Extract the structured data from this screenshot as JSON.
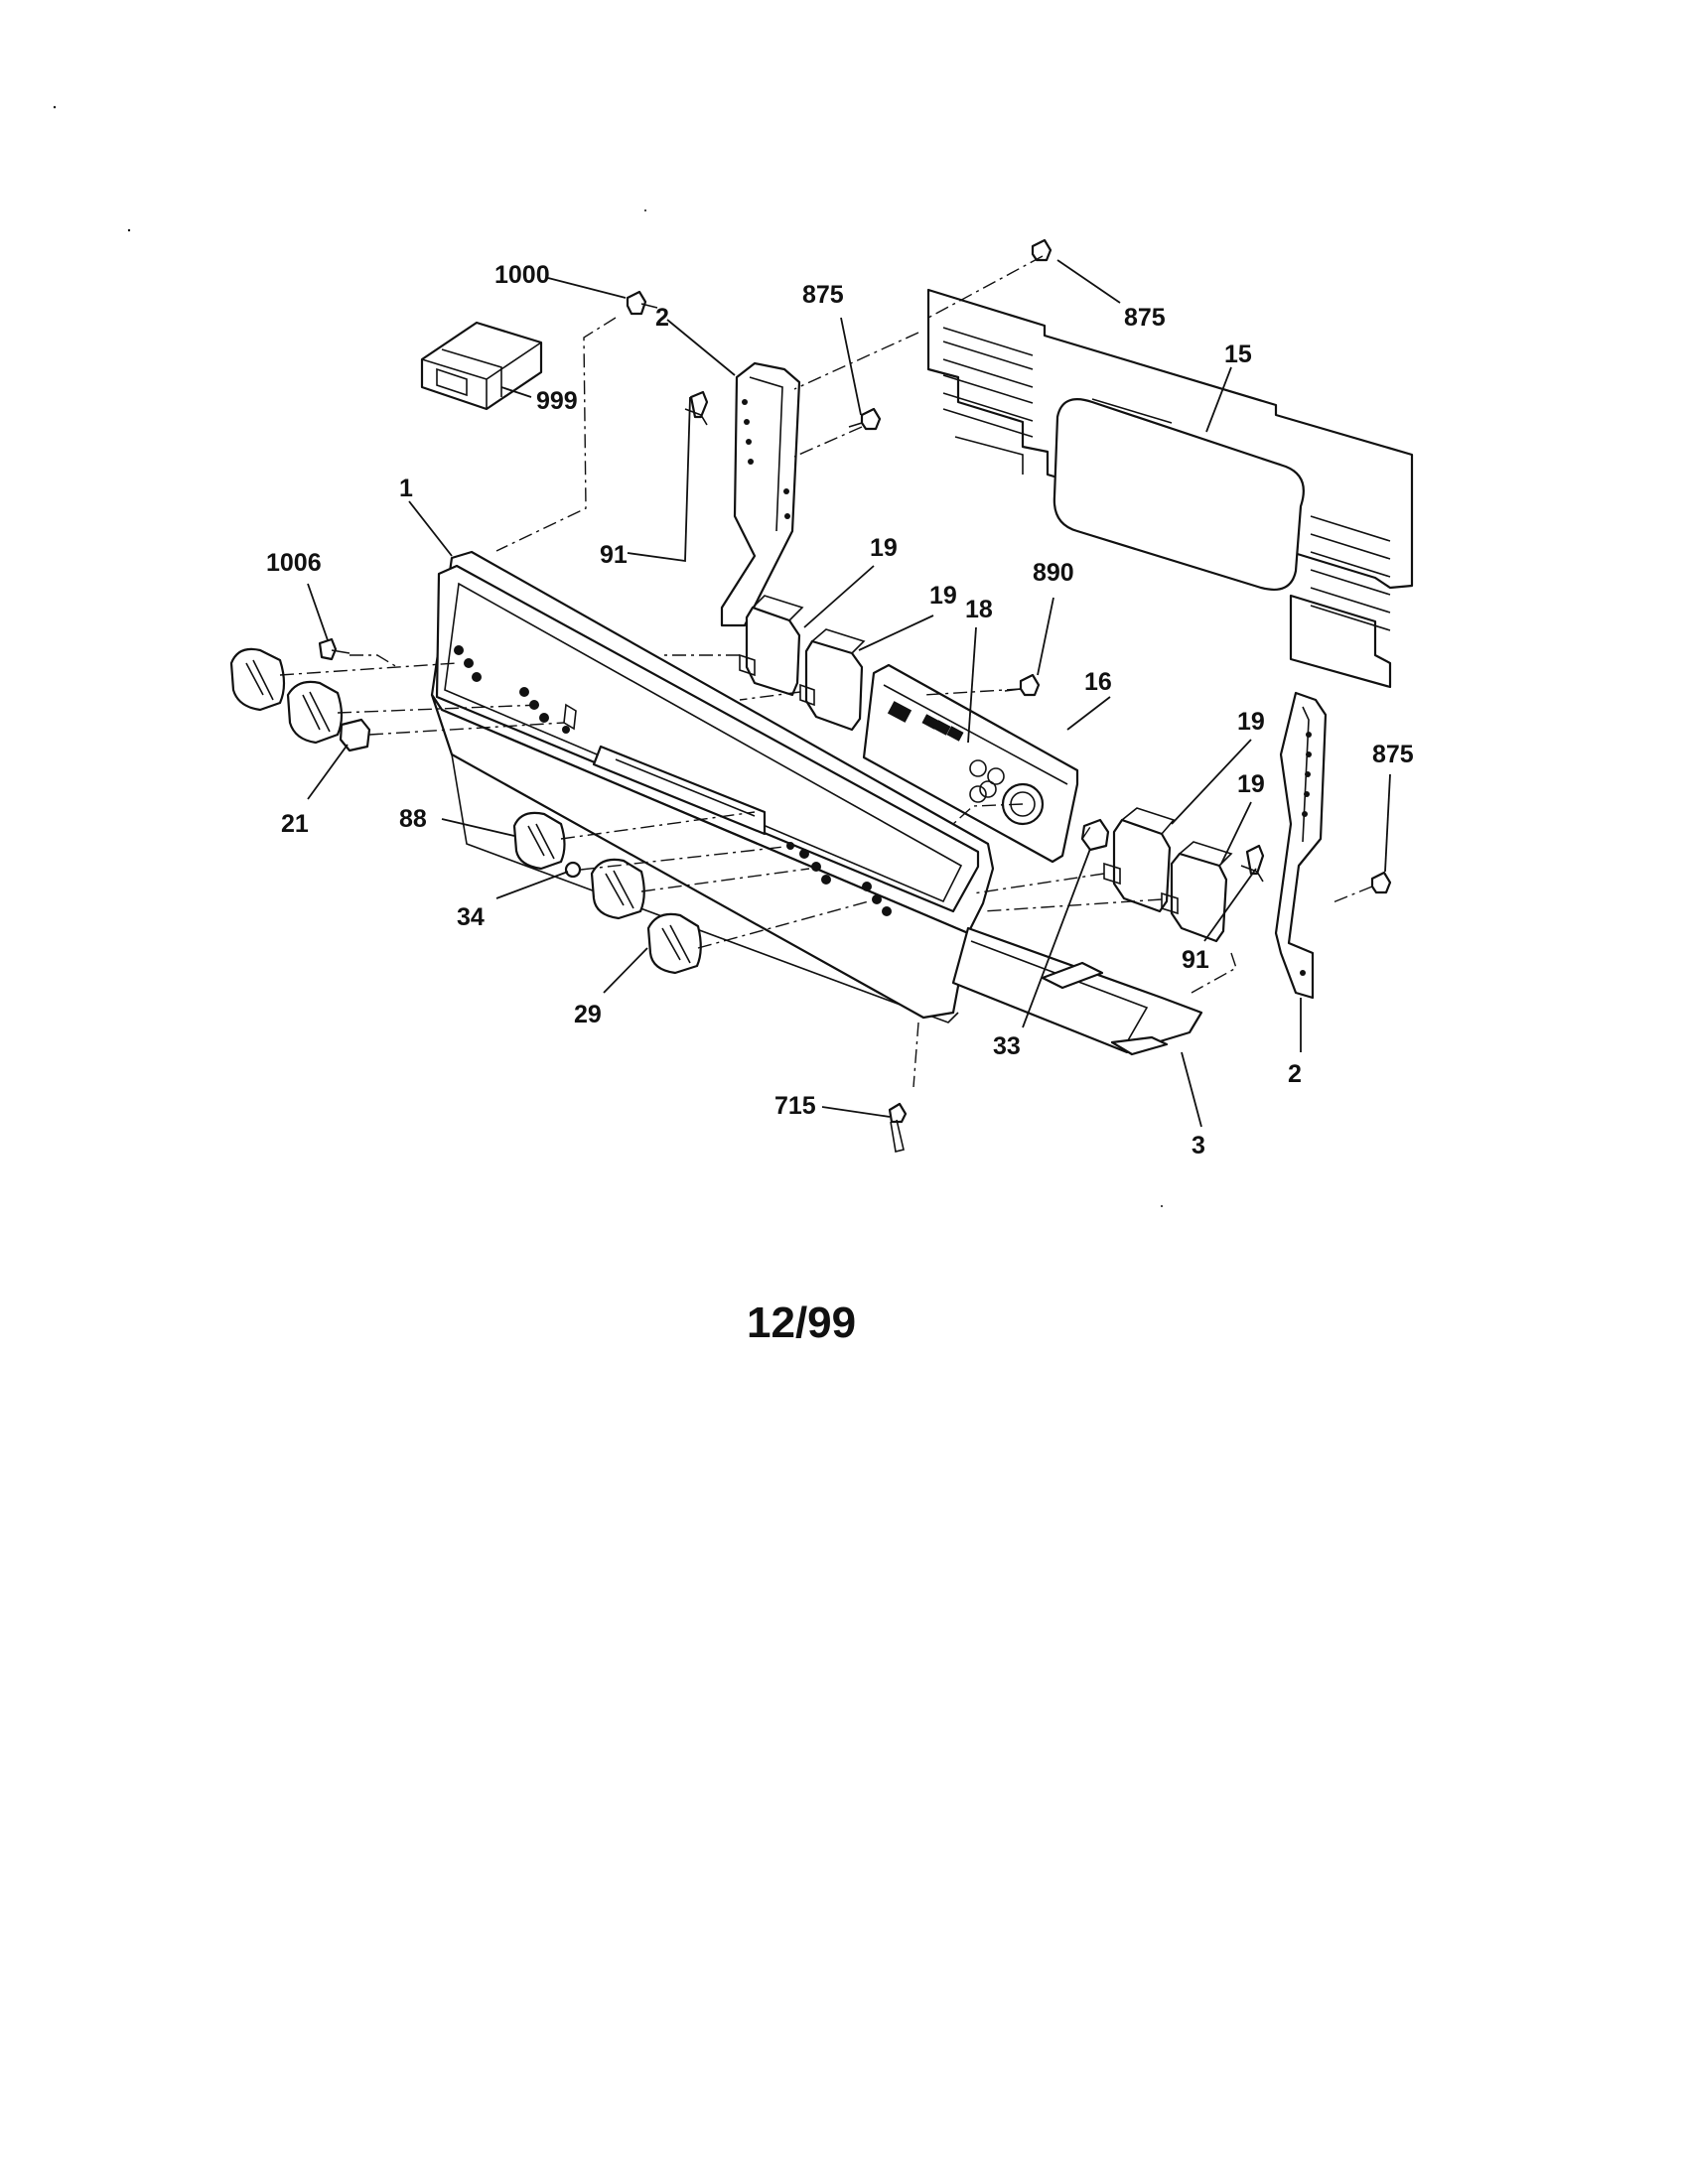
{
  "diagram": {
    "callouts": {
      "c1000": "1000",
      "c999": "999",
      "c2a": "2",
      "c875a": "875",
      "c875b": "875",
      "c15": "15",
      "c1": "1",
      "c91a": "91",
      "c19a": "19",
      "c19b": "19",
      "c890": "890",
      "c1006": "1006",
      "c18": "18",
      "c16": "16",
      "c19c": "19",
      "c875c": "875",
      "c19d": "19",
      "c21": "21",
      "c88": "88",
      "c34": "34",
      "c29": "29",
      "c91b": "91",
      "c33": "33",
      "c2b": "2",
      "c715": "715",
      "c3": "3"
    },
    "date_code": "12/99"
  }
}
